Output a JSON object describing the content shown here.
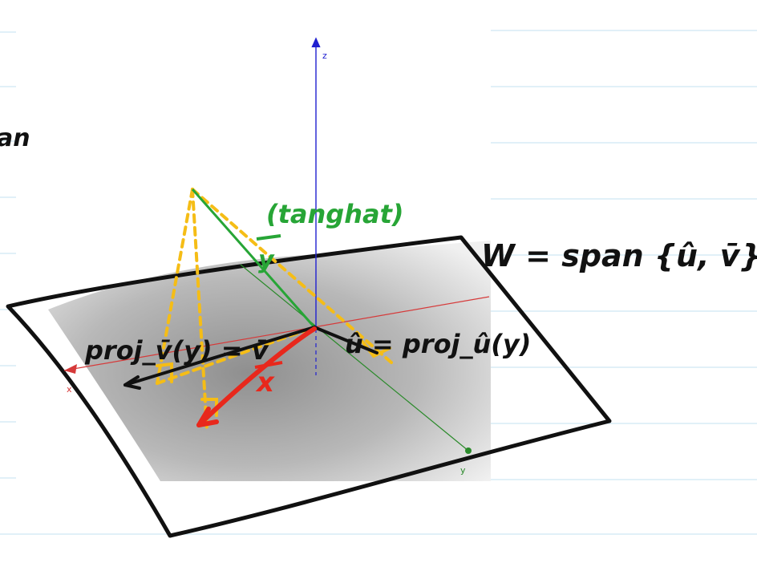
{
  "colors": {
    "ruled_line": "#cfe8f3",
    "plane_outline": "#111111",
    "plane_fill_dark": "#b4b4b4",
    "plane_fill_light": "#f3f3f3",
    "axis_x": "#d63a3a",
    "axis_y": "#2a8a2a",
    "axis_z": "#2020d0",
    "vector_y": "#27a536",
    "projection_lines": "#f5bd16",
    "vector_x": "#e8281c",
    "text_dark": "#111111"
  },
  "axes": {
    "x_label": "x",
    "y_label": "y",
    "z_label": "z"
  },
  "annotations": {
    "top_left_fragment": "an",
    "tangent_label": "(tanghat)",
    "y_vector_label": "y",
    "x_vector_label": "x",
    "plane_span": "W = span {û, v̄}",
    "proj_v": "proj_v̄(y) = v̄",
    "proj_u": "û = proj_û(y)"
  }
}
